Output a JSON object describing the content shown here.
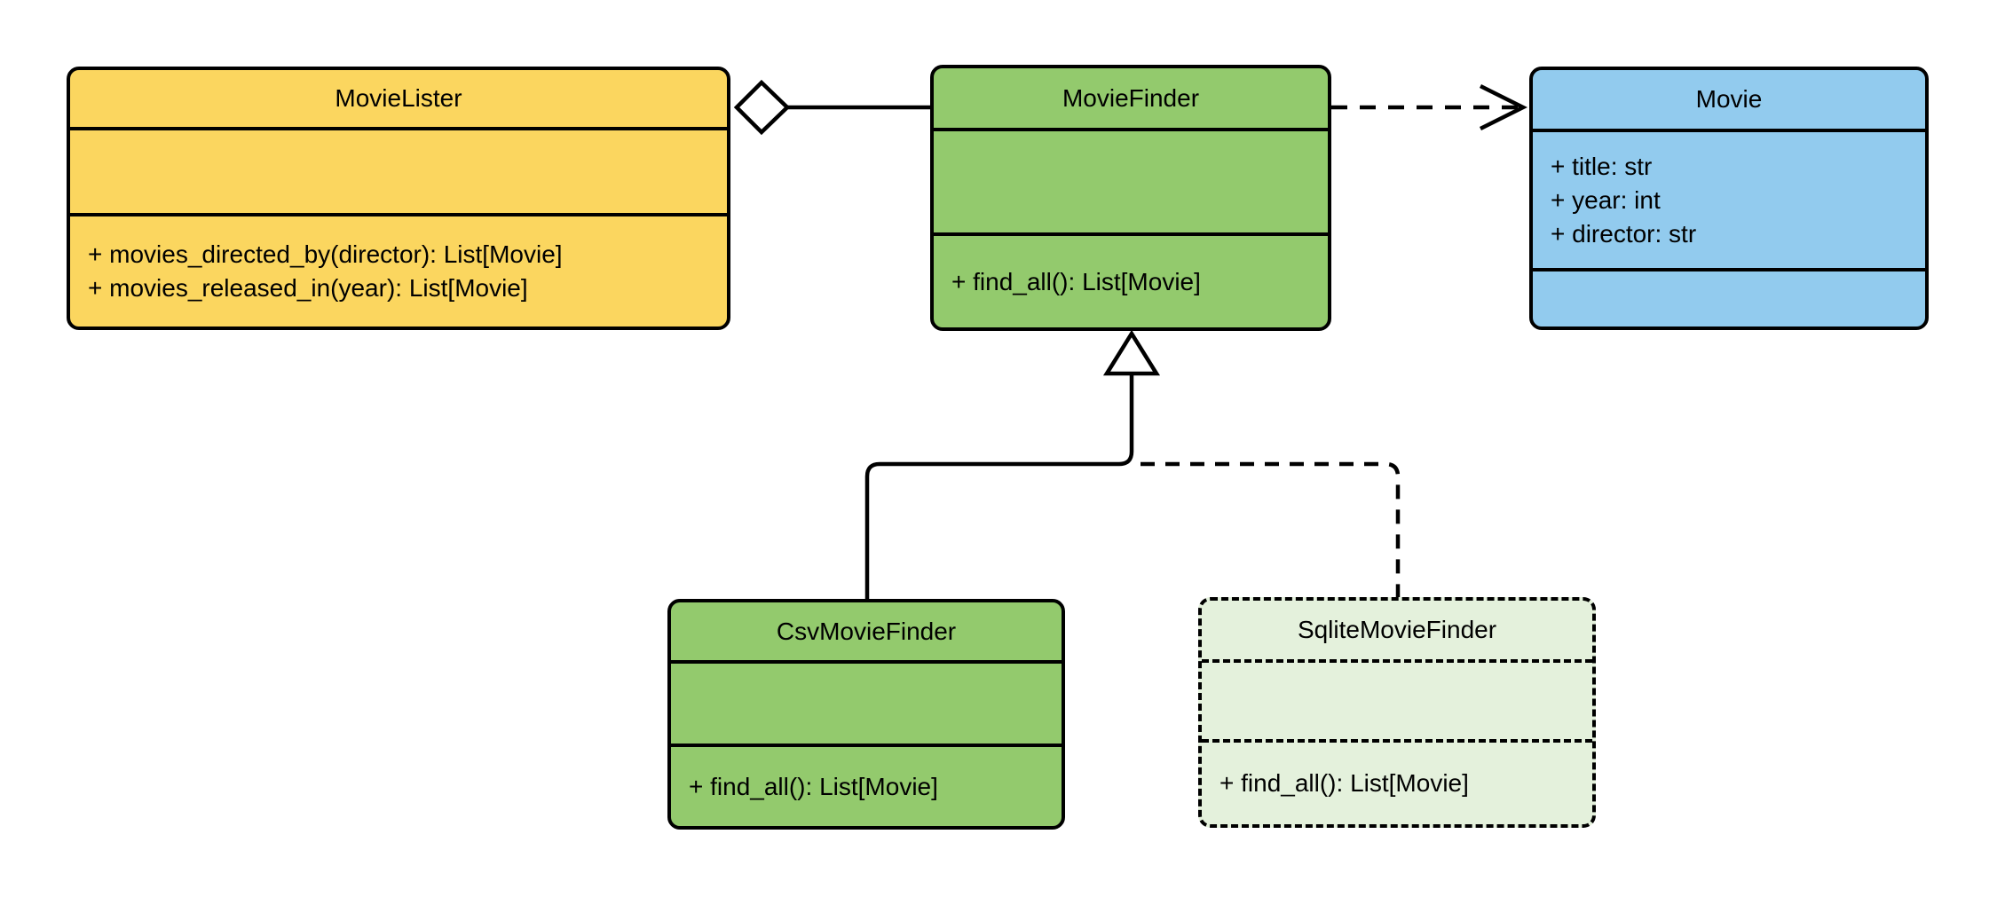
{
  "diagram": {
    "kind": "uml-class-diagram",
    "background_color": "#FFFFFF",
    "connector_color": "#000000",
    "classes": {
      "movie_lister": {
        "name": "MovieLister",
        "attributes": [],
        "methods": [
          "+ movies_directed_by(director): List[Movie]",
          "+ movies_released_in(year): List[Movie]"
        ],
        "fill_color": "#FBD65F",
        "border_style": "solid"
      },
      "movie_finder": {
        "name": "MovieFinder",
        "attributes": [],
        "methods": [
          "+ find_all(): List[Movie]"
        ],
        "fill_color": "#93CA6D",
        "border_style": "solid"
      },
      "movie": {
        "name": "Movie",
        "attributes": [
          "+ title: str",
          "+ year: int",
          "+ director: str"
        ],
        "methods": [],
        "fill_color": "#92CBEE",
        "border_style": "solid"
      },
      "csv_movie_finder": {
        "name": "CsvMovieFinder",
        "attributes": [],
        "methods": [
          "+ find_all(): List[Movie]"
        ],
        "fill_color": "#93CA6D",
        "border_style": "solid"
      },
      "sqlite_movie_finder": {
        "name": "SqliteMovieFinder",
        "attributes": [],
        "methods": [
          "+ find_all(): List[Movie]"
        ],
        "fill_color": "#E4F1DC",
        "border_style": "dashed"
      }
    },
    "relationships": [
      {
        "type": "aggregation",
        "source": "MovieLister",
        "target": "MovieFinder",
        "line_style": "solid",
        "source_marker": "hollow-diamond"
      },
      {
        "type": "dependency",
        "source": "MovieFinder",
        "target": "Movie",
        "line_style": "dashed",
        "target_marker": "open-arrow"
      },
      {
        "type": "generalization",
        "source": "CsvMovieFinder",
        "target": "MovieFinder",
        "line_style": "solid",
        "target_marker": "hollow-triangle"
      },
      {
        "type": "generalization",
        "source": "SqliteMovieFinder",
        "target": "MovieFinder",
        "line_style": "dashed",
        "target_marker": "hollow-triangle"
      }
    ]
  }
}
